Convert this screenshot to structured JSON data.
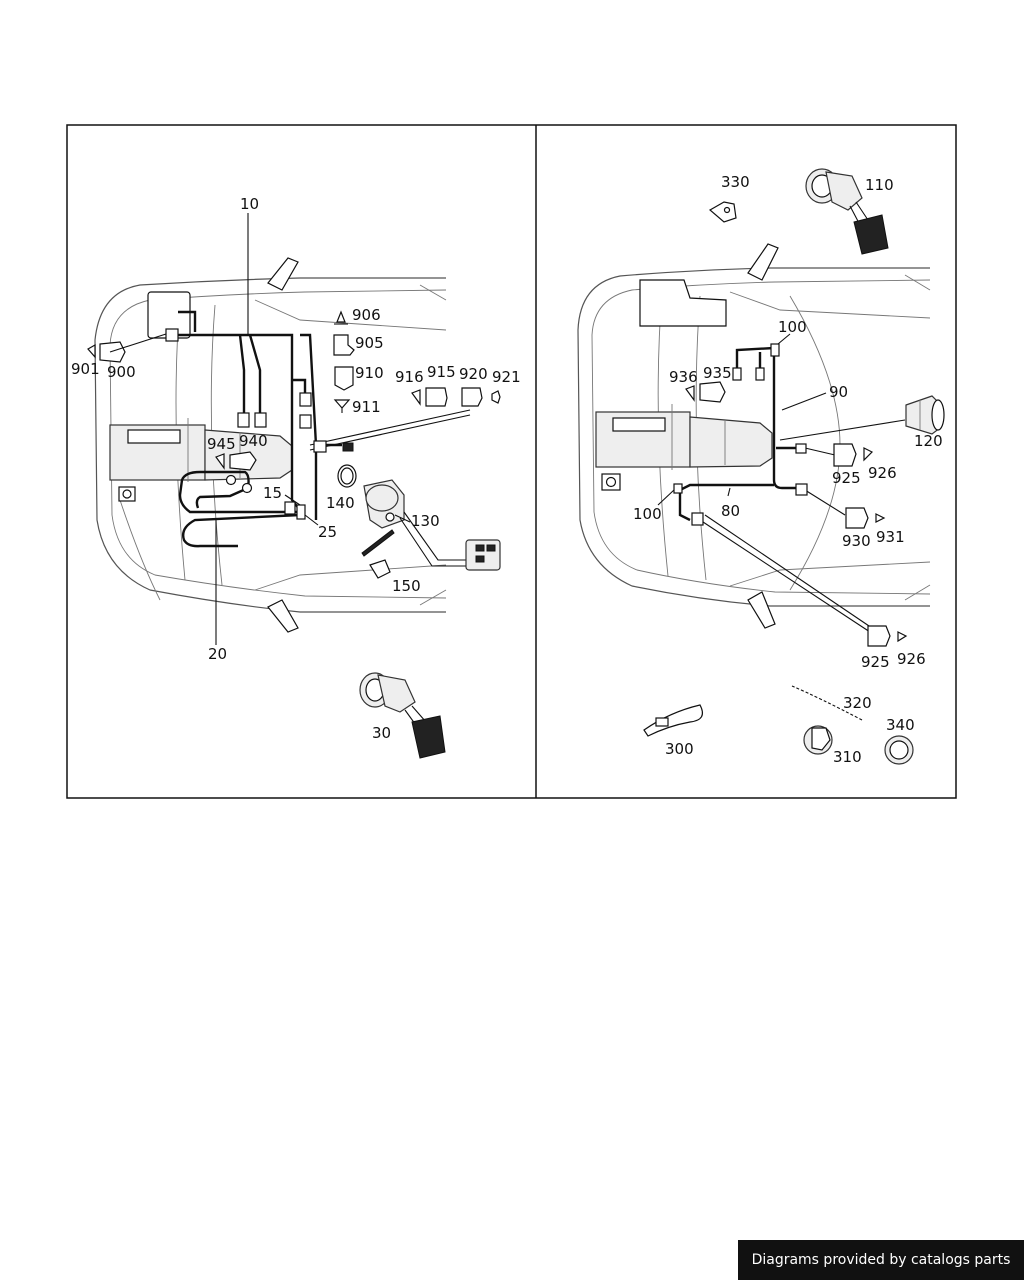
{
  "footer": {
    "credit": "Diagrams provided by catalogs parts"
  },
  "left_panel": {
    "labels": [
      "10",
      "906",
      "905",
      "910",
      "911",
      "916",
      "915",
      "920",
      "921",
      "901",
      "900",
      "945",
      "940",
      "15",
      "140",
      "130",
      "25",
      "150",
      "20",
      "30"
    ]
  },
  "right_panel": {
    "labels": [
      "330",
      "110",
      "100",
      "90",
      "936",
      "935",
      "120",
      "925",
      "926",
      "100",
      "80",
      "930",
      "931",
      "925",
      "926",
      "320",
      "340",
      "300",
      "310"
    ]
  }
}
